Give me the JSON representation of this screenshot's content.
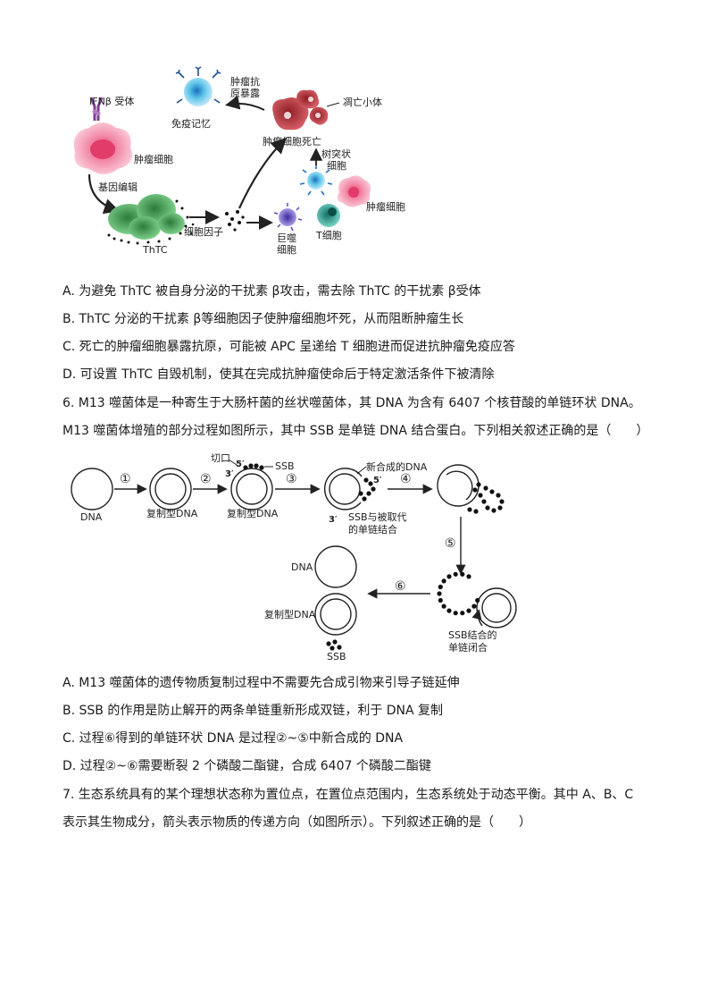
{
  "fig1": {
    "ifn_receptor": "IFNβ 受体",
    "memory": "免疫记忆",
    "antigen_1": "肿瘤抗",
    "antigen_2": "原暴露",
    "apoptotic_body": "凋亡小体",
    "tumor_cell": "肿瘤细胞",
    "tumor_death": "肿瘤细胞死亡",
    "gene_edit": "基因编辑",
    "dendritic_1": "树突状",
    "dendritic_2": "细胞",
    "tumor_cell_2": "肿瘤细胞",
    "cytokine": "细胞因子",
    "macrophage_1": "巨噬",
    "macrophage_2": "细胞",
    "t_cell": "T细胞",
    "thtc": "ThTC"
  },
  "q5_options": [
    "A. 为避免 ThTC 被自身分泌的干扰素 β攻击，需去除 ThTC 的干扰素 β受体",
    "B. ThTC 分泌的干扰素 β等细胞因子使肿瘤细胞坏死，从而阻断肿瘤生长",
    "C. 死亡的肿瘤细胞暴露抗原，可能被 APC 呈递给 T 细胞进而促进抗肿瘤免疫应答",
    "D. 可设置 ThTC 自毁机制，使其在完成抗肿瘤使命后于特定激活条件下被清除"
  ],
  "q6_stem": [
    "6. M13 噬菌体是一种寄生于大肠杆菌的丝状噬菌体，其 DNA 为含有 6407 个核苷酸的单链环状 DNA。",
    "M13 噬菌体增殖的部分过程如图所示，其中 SSB 是单链 DNA 结合蛋白。下列相关叙述正确的是（　　）"
  ],
  "fig2": {
    "dna": "DNA",
    "rf": "复制型DNA",
    "rf2": "复制型DNA",
    "nick": "切口",
    "five_prime": "5′",
    "three_prime": "3′",
    "ssb": "SSB",
    "new_dna": "新合成的DNA",
    "five_prime_2": "5′",
    "three_prime_2": "3′",
    "ssb_bind_1": "SSB与被取代",
    "ssb_bind_2": "的单链结合",
    "dna_out": "DNA",
    "rf_out": "复制型DNA",
    "ssb_out": "SSB",
    "close_1": "SSB结合的",
    "close_2": "单链闭合",
    "steps": [
      "①",
      "②",
      "③",
      "④",
      "⑤",
      "⑥"
    ]
  },
  "q6_options": [
    "A. M13 噬菌体的遗传物质复制过程中不需要先合成引物来引导子链延伸",
    "B. SSB 的作用是防止解开的两条单链重新形成双链，利于 DNA 复制",
    "C. 过程⑥得到的单链环状 DNA 是过程②~⑤中新合成的 DNA",
    "D. 过程②~⑥需要断裂 2 个磷酸二酯键，合成 6407 个磷酸二酯键"
  ],
  "q7_stem": [
    "7. 生态系统具有的某个理想状态称为置位点，在置位点范围内，生态系统处于动态平衡。其中 A、B、C",
    "表示其生物成分，箭头表示物质的传递方向（如图所示）。下列叙述正确的是（　　）"
  ]
}
